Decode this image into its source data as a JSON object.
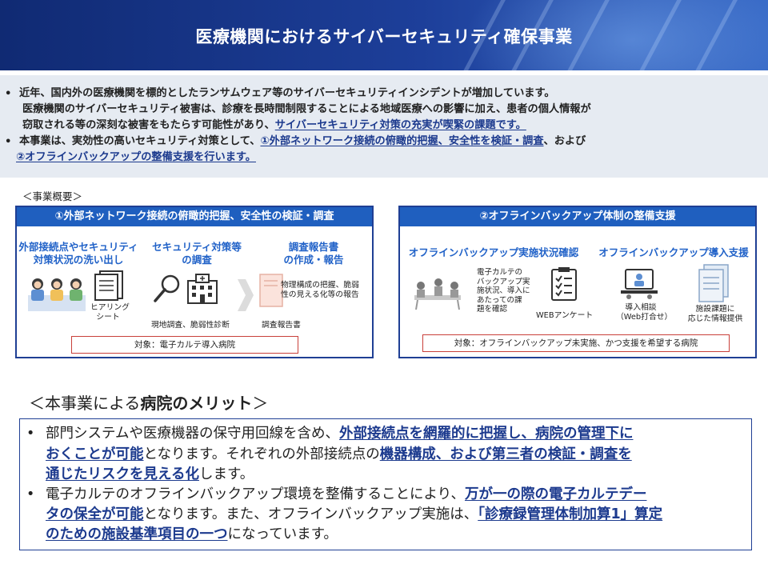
{
  "header": {
    "title": "医療機関におけるサイバーセキュリティ確保事業"
  },
  "intro": {
    "b1_l1": "近年、国内外の医療機関を標的としたランサムウェア等のサイバーセキュリティインシデントが増加しています。",
    "b1_l2": "医療機関のサイバーセキュリティ被害は、診療を長時間制限することによる地域医療への影響に加え、患者の個人情報が",
    "b1_l3a": "窃取される等の深刻な被害をもたらす可能性があり、",
    "b1_l3u": "サイバーセキュリティ対策の充実が喫緊の課題です。",
    "b2_l1a": "本事業は、実効性の高いセキュリティ対策として、",
    "b2_l1u": "①外部ネットワーク接続の俯瞰的把握、安全性を検証・調査",
    "b2_l1b": "、および",
    "b2_l2u": "②オフラインバックアップの整備支援を行います。"
  },
  "overview_label": "＜事業概要＞",
  "panel1": {
    "title": "①外部ネットワーク接続の俯瞰的把握、安全性の検証・調査",
    "step1_l1": "外部接続点やセキュリティ",
    "step1_l2": "対策状況の洗い出し",
    "step2_l1": "セキュリティ対策等",
    "step2_l2": "の調査",
    "step3_l1": "調査報告書",
    "step3_l2": "の作成・報告",
    "hearing_l1": "ヒアリング",
    "hearing_l2": "シート",
    "survey_caption": "現地調査、脆弱性診断",
    "report_note_l1": "物理構成の把握、脆弱",
    "report_note_l2": "性の見える化等の報告",
    "report_caption": "調査報告書",
    "target": "対象：電子カルテ導入病院"
  },
  "panel2": {
    "title": "②オフラインバックアップ体制の整備支援",
    "left_heading": "オフラインバックアップ実施状況確認",
    "right_heading": "オフラインバックアップ導入支援",
    "check_l1": "電子カルテの",
    "check_l2": "バックアップ実",
    "check_l3": "施状況、導入に",
    "check_l4": "あたっての課",
    "check_l5": "題を確認",
    "web_caption": "WEBアンケート",
    "consult_l1": "導入相談",
    "consult_l2": "（Web打合せ）",
    "info_l1": "施設課題に",
    "info_l2": "応じた情報提供",
    "target": "対象：オフラインバックアップ未実施、かつ支援を希望する病院"
  },
  "merits": {
    "title_a": "＜本事業による",
    "title_b": "病院のメリット",
    "title_c": "＞",
    "m1_l1a": "部門システムや医療機器の保守用回線を含め、",
    "m1_l1u": "外部接続点を網羅的に把握し、病院の管理下に",
    "m1_l2u": "おくことが可能",
    "m1_l2a": "となります。それぞれの外部接続点の",
    "m1_l2u2": "機器構成、および第三者の検証・調査を",
    "m1_l3u": "通じたリスクを見える化",
    "m1_l3a": "します。",
    "m2_l1a": "電子カルテのオフラインバックアップ環境を整備することにより、",
    "m2_l1u": "万が一の際の電子カルテデー",
    "m2_l2u": "タの保全が可能",
    "m2_l2a": "となります。また、オフラインバックアップ実施は、",
    "m2_l2u2": "「診療録管理体制加算1」算定",
    "m2_l3u": "のための施設基準項目の一つ",
    "m2_l3a": "になっています。"
  },
  "colors": {
    "header_dark": "#102a73",
    "accent_blue": "#1f5fbf",
    "link_blue": "#1c3a8e",
    "target_red": "#c9403a"
  }
}
